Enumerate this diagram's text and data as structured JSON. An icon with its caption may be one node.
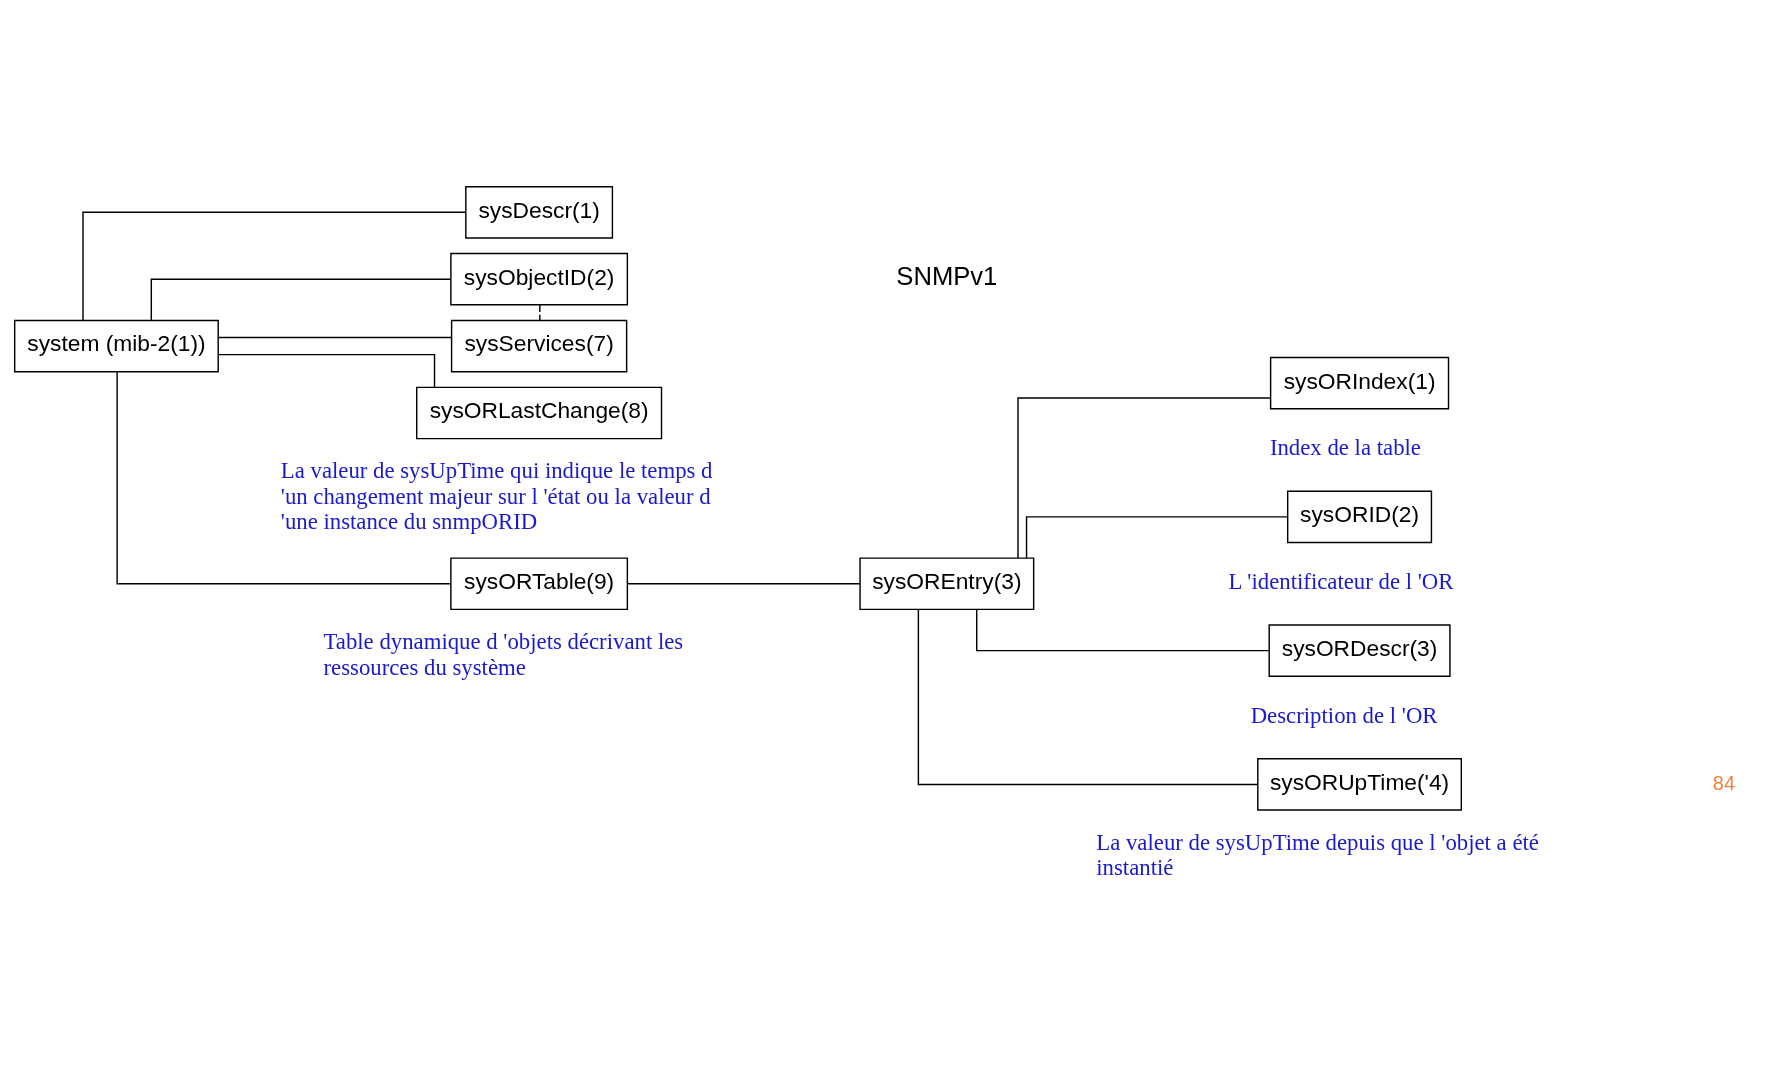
{
  "diagram": {
    "nodes": [
      {
        "text": [
          "system (mib-2(1))"
        ]
      },
      {
        "text": [
          "sysDescr(1)"
        ]
      },
      {
        "text": [
          "sysObjectID(2)"
        ]
      },
      {
        "text": [
          "sysServices(7)"
        ]
      },
      {
        "text": [
          "sysORLastChange(8)"
        ],
        "beside": [
          "La valeur de sysUpTime qui indique le temps d 'un changement majeur sur l 'état ou la valeur d 'une instance du snmpORID"
        ]
      },
      {
        "text": [
          "sysORTable(9)"
        ],
        "beside": [
          "Table dynamique d 'objets décrivant les ressources du système"
        ]
      },
      {
        "text": [
          "sysOREntry(3)"
        ]
      },
      {
        "text": [
          "sysORIndex(1)"
        ],
        "beside": [
          "Index de la table"
        ]
      },
      {
        "text": [
          "sysORID(2)"
        ],
        "beside": [
          "L 'identificateur de l 'OR"
        ]
      },
      {
        "text": [
          "sysORDescr(3)"
        ],
        "beside": [
          "Description de l 'OR"
        ]
      },
      {
        "text": [
          "sysORUpTime('4)"
        ],
        "beside": [
          "La valeur de sysUpTime depuis que l 'objet a été instantié"
        ]
      }
    ],
    "edges": [
      {
        "from": 0,
        "to": 1,
        "arrow": "none"
      },
      {
        "from": 0,
        "to": 2,
        "arrow": "none"
      },
      {
        "from": 2,
        "to": 3,
        "arrow": "none",
        "style": "dashed"
      },
      {
        "from": 0,
        "to": 3,
        "arrow": "none"
      },
      {
        "from": 0,
        "to": 4,
        "arrow": "none"
      },
      {
        "from": 0,
        "to": 5,
        "arrow": "none"
      },
      {
        "from": 5,
        "to": 6,
        "arrow": "none"
      },
      {
        "from": 6,
        "to": 7,
        "arrow": "none"
      },
      {
        "from": 6,
        "to": 8,
        "arrow": "none"
      },
      {
        "from": 6,
        "to": 9,
        "arrow": "none"
      },
      {
        "from": 6,
        "to": 10,
        "arrow": "none"
      }
    ],
    "labels": [
      "SNMPv1",
      "84"
    ]
  }
}
